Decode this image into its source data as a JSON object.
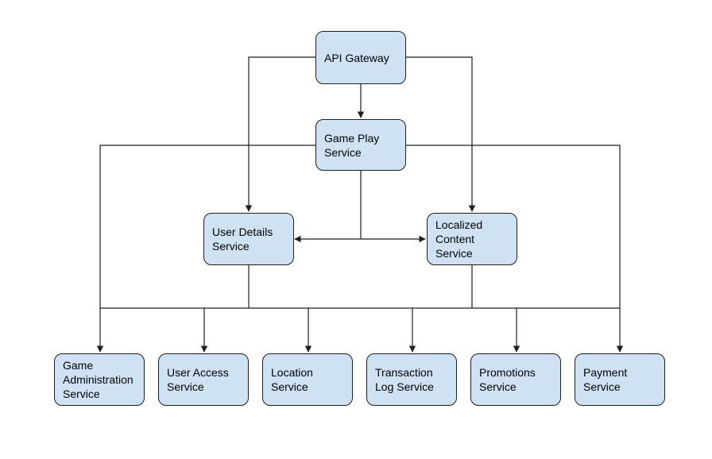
{
  "nodes": {
    "api_gateway": [
      "API Gateway"
    ],
    "game_play": [
      "Game Play",
      "Service"
    ],
    "user_details": [
      "User Details",
      "Service"
    ],
    "localized_content": [
      "Localized",
      "Content",
      "Service"
    ],
    "game_admin": [
      "Game",
      "Administration",
      "Service"
    ],
    "user_access": [
      "User Access",
      "Service"
    ],
    "location": [
      "Location",
      "Service"
    ],
    "transaction_log": [
      "Transaction",
      "Log Service"
    ],
    "promotions": [
      "Promotions",
      "Service"
    ],
    "payment": [
      "Payment",
      "Service"
    ]
  },
  "colors": {
    "node_fill": "#cfe2f3",
    "node_border": "#1f1f1f",
    "connector": "#1f1f1f"
  }
}
